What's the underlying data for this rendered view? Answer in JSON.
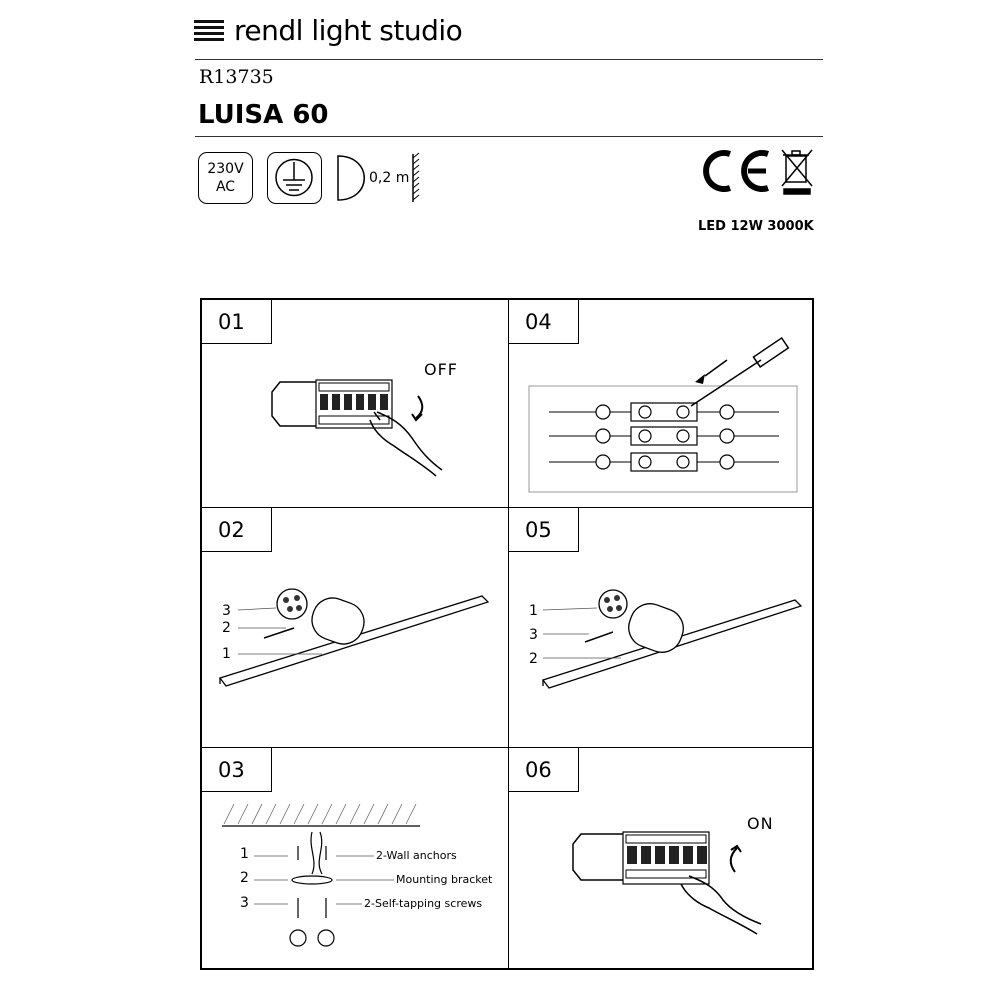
{
  "header": {
    "brand": "rendl light studio",
    "code": "R13735",
    "model": "LUISA 60"
  },
  "specs": {
    "voltage_line1": "230V",
    "voltage_line2": "AC",
    "distance": "0,2 m",
    "led": "LED 12W 3000K"
  },
  "icons": {
    "brand_logo": "stacked-lines-logo",
    "earth": "protective-earth-icon",
    "distance": "distance-from-wall-icon",
    "ce": "ce-mark-icon",
    "weee": "crossed-bin-icon"
  },
  "steps": [
    {
      "num": "01",
      "word": "OFF"
    },
    {
      "num": "04"
    },
    {
      "num": "02",
      "labels": [
        "3",
        "2",
        "1"
      ]
    },
    {
      "num": "05",
      "labels": [
        "1",
        "3",
        "2"
      ]
    },
    {
      "num": "03",
      "labels": [
        "1",
        "2",
        "3"
      ],
      "parts": [
        "2-Wall  anchors",
        "Mounting  bracket",
        "2-Self-tapping  screws"
      ]
    },
    {
      "num": "06",
      "word": "ON"
    }
  ]
}
